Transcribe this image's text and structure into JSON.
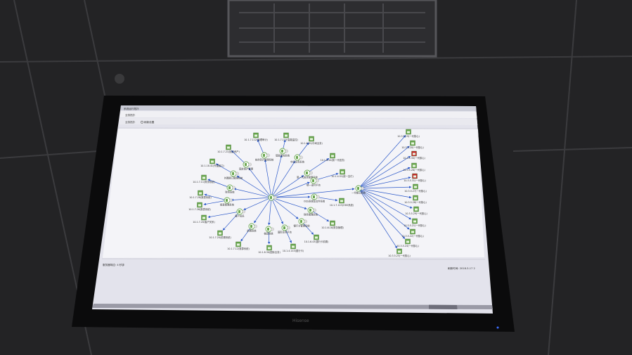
{
  "window": {
    "title": "系统运行拓扑"
  },
  "tabs": [
    {
      "label": "业务拓扑"
    }
  ],
  "toolbar": {
    "view_label": "业务拓扑",
    "refresh_label": "刷新设置"
  },
  "footer": {
    "response": "服务器响应: 4 秒钟",
    "refresh_time": "刷新时间: 2018-3-17 2"
  },
  "monitor": {
    "brand": "Hisense"
  },
  "colors": {
    "edge": "#2b58c8",
    "ok": "#6aa84f",
    "alarm": "#c62828"
  },
  "topology": {
    "hub": {
      "label": ""
    },
    "core_hub": {
      "label": "一代核心系统"
    },
    "subsystems": [
      "综合审计管理系统",
      "智能监控系统",
      "中间业务系统",
      "固定资产管理",
      "外围接口管理系统",
      "新一代信贷管理系统",
      "财务系统",
      "统一支付平台",
      "报表管理系统",
      "ODS系统及文件系统",
      "客户关系",
      "财务管理系统",
      "前置系统",
      "核算系统",
      "国际业务平台",
      "银行卡管理系统"
    ],
    "leaves": [
      "10.1.7.112(管理审计)",
      "10.1.7.113(智能监控)",
      "10.1.8.91(中间业务)",
      "10.1.7.21(固定资产)",
      "10.1.18.41(外围接口)",
      "10.1.8.10(新一代信贷)",
      "10.1.7.11(财务系统)",
      "10.1.4.51(统一支付)",
      "10.1.7.28(报表系统)",
      "10.1.7.26(报表系统)",
      "10.1.7.20(客户关系)",
      "10.1.7.143(ODS系统)",
      "10.1.7.20(前置系统)",
      "10.1.7.12(核算系统)",
      "10.1.8.30(国际业务)",
      "10.1.4.143(银行卡)",
      "10.1.6.43(银行卡前置)",
      "10.1.6.16(财务管理)"
    ],
    "core_nodes": [
      {
        "label": "10.3.5.19(一代核心)",
        "status": "ok"
      },
      {
        "label": "10.3.5.20(一代核心)",
        "status": "ok"
      },
      {
        "label": "10.3.5.30(一代核心)",
        "status": "alarm"
      },
      {
        "label": "10.3.5.26(一代核心)",
        "status": "ok"
      },
      {
        "label": "10.3.5.31(一代核心)",
        "status": "alarm"
      },
      {
        "label": "10.3.5.27(一代核心)",
        "status": "ok"
      },
      {
        "label": "10.3.5.28(一代核心)",
        "status": "ok"
      },
      {
        "label": "10.3.5.29(一代核心)",
        "status": "ok"
      },
      {
        "label": "10.3.5.21(一代核心)",
        "status": "ok"
      },
      {
        "label": "10.3.5.22(一代核心)",
        "status": "ok"
      },
      {
        "label": "10.3.5.24(一代核心)",
        "status": "ok"
      },
      {
        "label": "10.3.5.25(一代核心)",
        "status": "ok"
      }
    ]
  }
}
